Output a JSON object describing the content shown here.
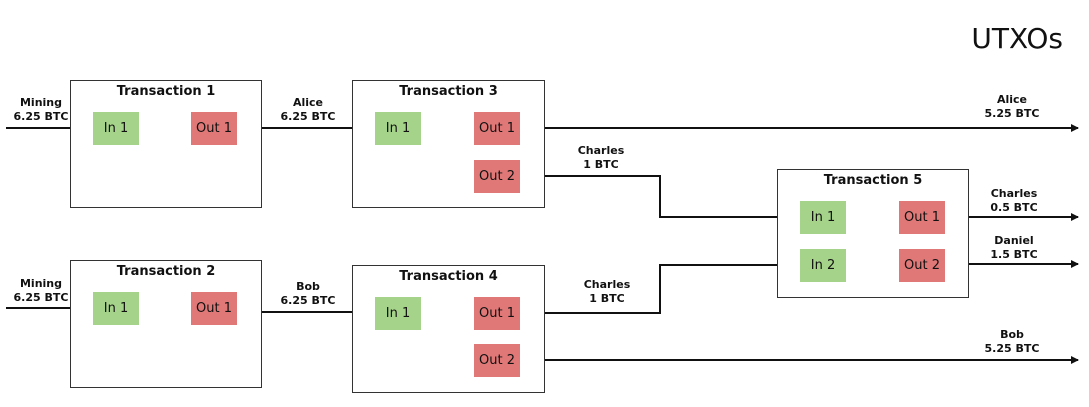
{
  "title": "UTXOs",
  "colors": {
    "input": "#a6d38a",
    "output": "#e07878",
    "line": "#111111"
  },
  "transactions": [
    {
      "title": "Transaction 1",
      "inputs": [
        "In 1"
      ],
      "outputs": [
        "Out 1"
      ]
    },
    {
      "title": "Transaction 2",
      "inputs": [
        "In 1"
      ],
      "outputs": [
        "Out 1"
      ]
    },
    {
      "title": "Transaction 3",
      "inputs": [
        "In 1"
      ],
      "outputs": [
        "Out 1",
        "Out 2"
      ]
    },
    {
      "title": "Transaction 4",
      "inputs": [
        "In 1"
      ],
      "outputs": [
        "Out 1",
        "Out 2"
      ]
    },
    {
      "title": "Transaction 5",
      "inputs": [
        "In 1",
        "In 2"
      ],
      "outputs": [
        "Out 1",
        "Out 2"
      ]
    }
  ],
  "labels": {
    "mining1": {
      "who": "Mining",
      "amount": "6.25 BTC"
    },
    "mining2": {
      "who": "Mining",
      "amount": "6.25 BTC"
    },
    "alice_t1": {
      "who": "Alice",
      "amount": "6.25 BTC"
    },
    "bob_t2": {
      "who": "Bob",
      "amount": "6.25 BTC"
    },
    "alice_out": {
      "who": "Alice",
      "amount": "5.25 BTC"
    },
    "charles_t3": {
      "who": "Charles",
      "amount": "1 BTC"
    },
    "charles_t4": {
      "who": "Charles",
      "amount": "1 BTC"
    },
    "charles_out": {
      "who": "Charles",
      "amount": "0.5 BTC"
    },
    "daniel_out": {
      "who": "Daniel",
      "amount": "1.5 BTC"
    },
    "bob_out": {
      "who": "Bob",
      "amount": "5.25 BTC"
    }
  }
}
